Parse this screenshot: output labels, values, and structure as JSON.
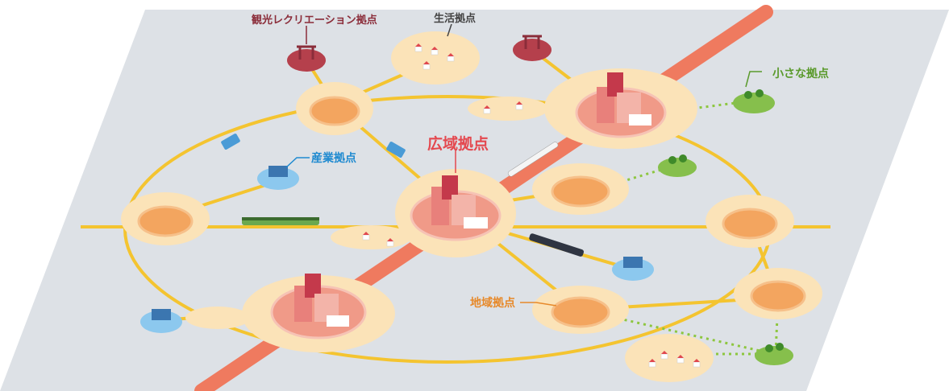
{
  "labels": {
    "tourism": "観光レクリエーション拠点",
    "living": "生活拠点",
    "small": "小さな拠点",
    "industry": "産業拠点",
    "wide": "広域拠点",
    "regional": "地域拠点"
  },
  "colors": {
    "ground": "#dde1e6",
    "road_main": "#ef7a5f",
    "road_ring": "#f4c430",
    "link_dotted": "#8dc63f",
    "halo": "#fbe3b8",
    "regional_node": "#f3a55f",
    "wide_node": "#f09a88",
    "tourism_node": "#b5404c",
    "industry_node": "#8cc8ee",
    "small_node": "#86bf4c",
    "label_tourism": "#8b2d3a",
    "label_wide": "#e4484f",
    "label_industry": "#1f8ad0",
    "label_small": "#5a9a2c",
    "label_regional": "#e7892a"
  },
  "icons": [
    "torii-icon",
    "factory-icon",
    "bus-icon",
    "train-icon",
    "shinkansen-icon",
    "house-icon",
    "tree-icon",
    "building-icon"
  ]
}
